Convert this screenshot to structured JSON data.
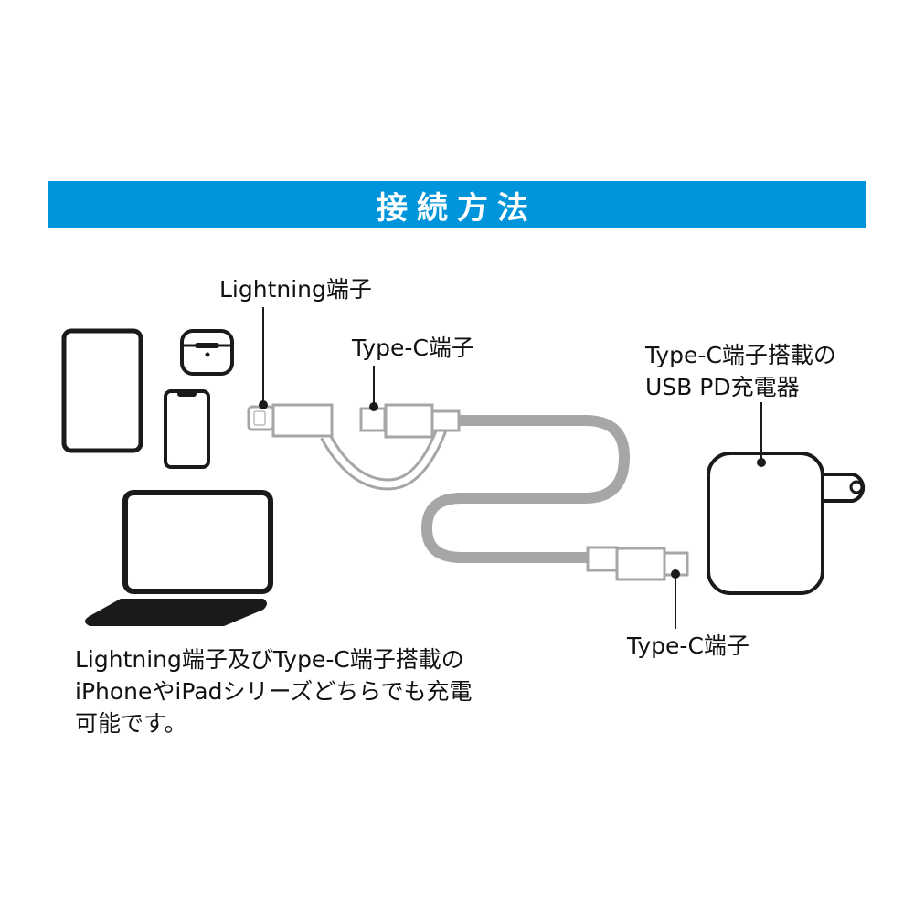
{
  "header": {
    "title": "接続方法"
  },
  "labels": {
    "lightning": "Lightning端子",
    "typec_top": "Type-C端子",
    "charger_line1": "Type-C端子搭載の",
    "charger_line2": "USB PD充電器",
    "typec_bottom": "Type-C端子"
  },
  "description": [
    "Lightning端子及びType-C端子搭載の",
    "iPhoneやiPadシリーズどちらでも充電",
    "可能です。"
  ],
  "colors": {
    "accent": "#0095da",
    "cable": "#a6a6a6",
    "outline": "#1a1a1a"
  }
}
